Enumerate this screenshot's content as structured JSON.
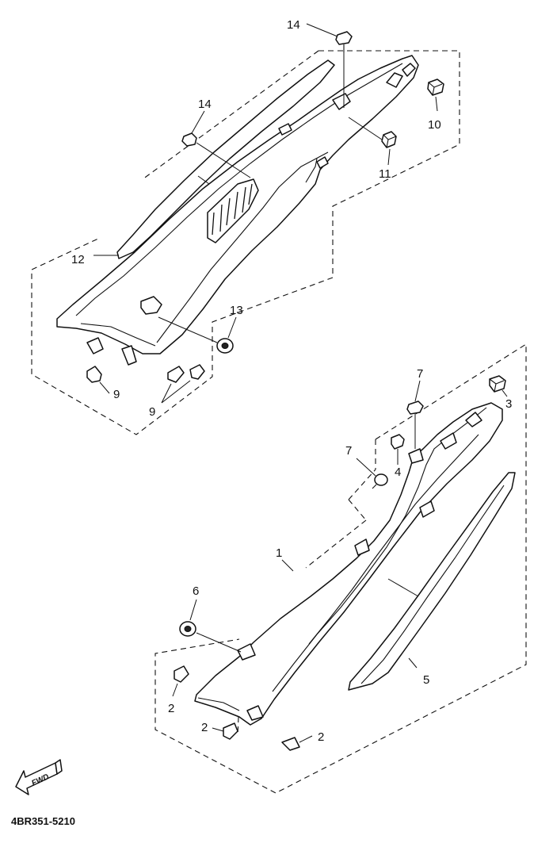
{
  "diagram": {
    "callouts": {
      "c1": "1",
      "c2a": "2",
      "c2b": "2",
      "c2c": "2",
      "c3": "3",
      "c4": "4",
      "c5": "5",
      "c6": "6",
      "c7a": "7",
      "c7b": "7",
      "c9a": "9",
      "c9b": "9",
      "c10": "10",
      "c11": "11",
      "c12": "12",
      "c13": "13",
      "c14a": "14",
      "c14b": "14"
    },
    "forward_label": "FWD",
    "drawing_code": "4BR351-5210"
  }
}
